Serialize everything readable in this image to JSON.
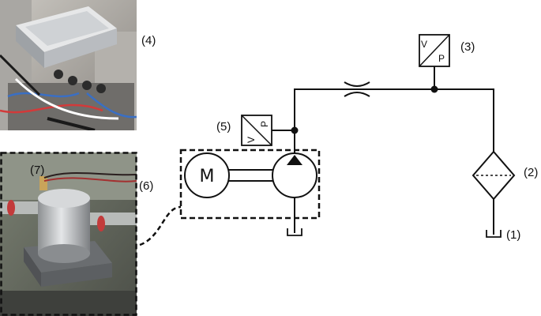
{
  "labels": {
    "tank": "(1)",
    "filter": "(2)",
    "sensor_main": "(3)",
    "daq_device": "(4)",
    "sensor_pump": "(5)",
    "pump_unit": "(6)",
    "accelerometer": "(7)"
  },
  "symbols": {
    "motor_letter": "M",
    "transducer_in": "V",
    "transducer_out": "P"
  },
  "colors": {
    "line": "#111111",
    "background": "#ffffff"
  },
  "icons": [
    "daq-device-photo",
    "pump-photo",
    "motor-icon",
    "pump-icon",
    "filter-icon",
    "tank-icon",
    "restrictor-icon",
    "pressure-transducer-icon"
  ]
}
